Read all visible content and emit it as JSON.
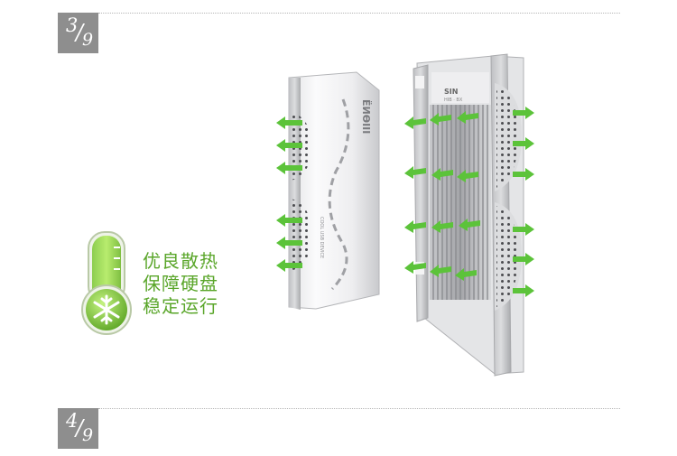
{
  "badges": [
    {
      "numerator": "3",
      "denominator": "9"
    },
    {
      "numerator": "4",
      "denominator": "9"
    }
  ],
  "feature": {
    "lines": [
      "优良散热",
      "保障硬盘",
      "稳定运行"
    ]
  },
  "product": {
    "front_logo": "ЁИӨIII",
    "side_text": "COOL USB DEVICE",
    "back_logo": "SIN",
    "back_small": "HIB · BX"
  },
  "icons": {
    "thermometer": "thermometer-snowflake-icon",
    "airflow": "green-arrow-icon"
  },
  "colors": {
    "accent_green": "#5aa62a",
    "badge_gray": "#8e8e8e"
  }
}
